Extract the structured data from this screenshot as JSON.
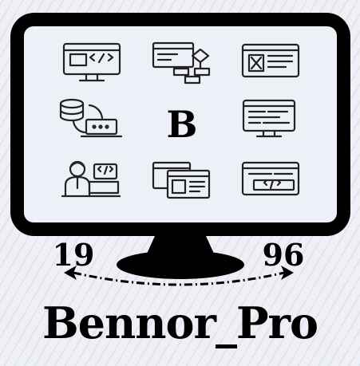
{
  "logo": {
    "center_letter": "B",
    "year_left": "19",
    "year_right": "96",
    "brand_name": "Bennor_Pro",
    "icons": [
      "web-code-icon",
      "workflow-icon",
      "browser-layout-icon",
      "database-sync-icon",
      "code-monitor-icon",
      "developer-icon",
      "window-stack-icon",
      "code-window-icon"
    ]
  },
  "colors": {
    "ink": "#000000",
    "screen": "#edf0f7",
    "background": "#eef0f6"
  }
}
